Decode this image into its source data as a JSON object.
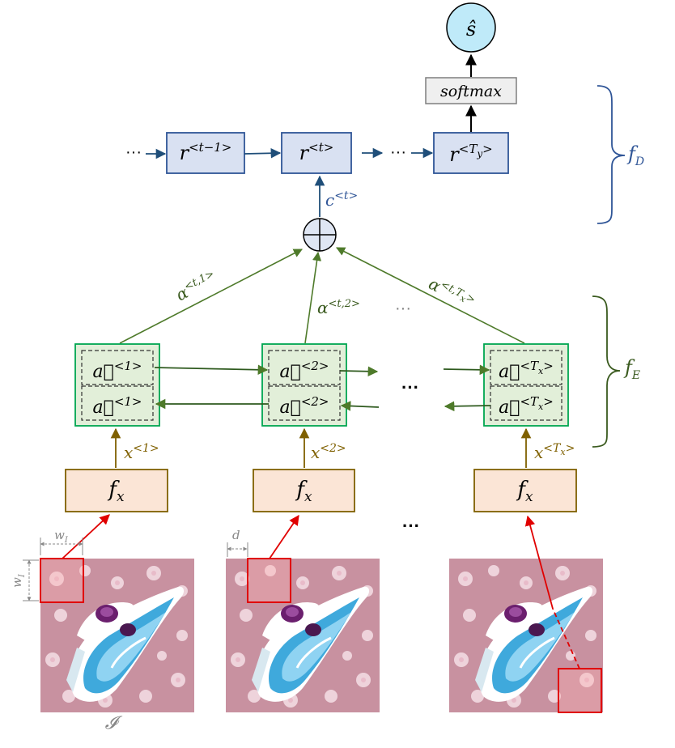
{
  "colors": {
    "decoder_fill": "#d9e1f2",
    "decoder_stroke": "#2f5597",
    "encoder_fill": "#e2efd9",
    "encoder_stroke": "#00a651",
    "fx_fill": "#fbe5d6",
    "fx_stroke": "#7f6000",
    "output_fill": "#bfeaf9",
    "green_arrow": "#4e7a2a",
    "blue_arrow": "#1f4e79",
    "brown_arrow": "#7f6000",
    "red_window": "#e00000"
  },
  "output": {
    "label": "ŝ"
  },
  "softmax": {
    "label": "softmax"
  },
  "decoder": {
    "left_ellipsis": "···",
    "mid_ellipsis": "···",
    "r_prev": {
      "base": "r",
      "sup": "<t−1>"
    },
    "r_t": {
      "base": "r",
      "sup": "<t>"
    },
    "r_last": {
      "base": "r",
      "sup": "<T",
      "sub": "y",
      "sup_end": ">"
    },
    "context": {
      "base": "c",
      "sup": "<t>"
    },
    "brace_label": {
      "base": "f",
      "sub": "D"
    }
  },
  "attention": {
    "a1": {
      "base": "α",
      "sup": "<t,1>"
    },
    "a2": {
      "base": "α",
      "sup": "<t,2>"
    },
    "a3": {
      "base": "α",
      "sup": "<t,T",
      "sub": "x",
      "sup_end": ">"
    },
    "ellipsis": "···"
  },
  "encoder": {
    "cells": [
      {
        "fwd": "a⃗",
        "fwd_sup": "<1>",
        "bwd": "a⃖",
        "bwd_sup": "<1>"
      },
      {
        "fwd": "a⃗",
        "fwd_sup": "<2>",
        "bwd": "a⃖",
        "bwd_sup": "<2>"
      },
      {
        "fwd": "a⃗",
        "fwd_sup": "<T",
        "fwd_sub": "x",
        "fwd_sup_end": ">",
        "bwd": "a⃖",
        "bwd_sup": "<T",
        "bwd_sub": "x",
        "bwd_sup_end": ">"
      }
    ],
    "ellipsis": "···",
    "brace_label": {
      "base": "f",
      "sub": "E"
    }
  },
  "inputs": {
    "x1": {
      "base": "x",
      "sup": "<1>"
    },
    "x2": {
      "base": "x",
      "sup": "<2>"
    },
    "x3": {
      "base": "x",
      "sup": "<T",
      "sub": "x",
      "sup_end": ">"
    }
  },
  "fx": {
    "base": "f",
    "sub": "x",
    "ellipsis": "···"
  },
  "image": {
    "w_label": "w",
    "w_sub": "I",
    "h_label": "w",
    "h_sub": "I",
    "d_label": "d",
    "caption": "𝓘"
  }
}
